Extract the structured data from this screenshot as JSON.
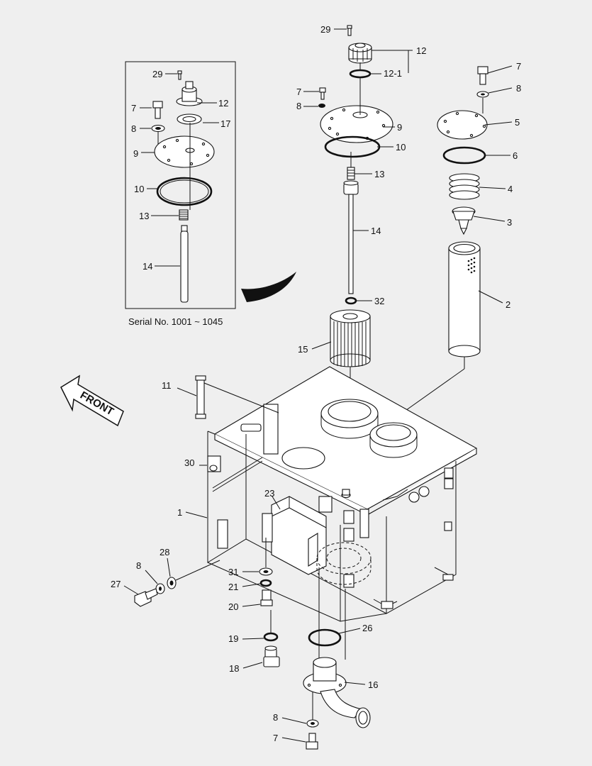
{
  "inset": {
    "caption": "Serial No. 1001 ~ 1045"
  },
  "front_label": "FRONT",
  "callouts": {
    "c29_top": "29",
    "c12_top": "12",
    "c12_1": "12-1",
    "c7_top": "7",
    "c8_top": "8",
    "c9_top": "9",
    "c10_top": "10",
    "c13_top": "13",
    "c14_top": "14",
    "c32": "32",
    "c15": "15",
    "c7_right": "7",
    "c8_right": "8",
    "c5": "5",
    "c6": "6",
    "c4": "4",
    "c3": "3",
    "c2": "2",
    "i29": "29",
    "i12": "12",
    "i7": "7",
    "i17": "17",
    "i8": "8",
    "i9": "9",
    "i10": "10",
    "i13": "13",
    "i14": "14",
    "c11": "11",
    "c30": "30",
    "c1": "1",
    "c23": "23",
    "c28": "28",
    "c8_left": "8",
    "c27": "27",
    "c31": "31",
    "c21": "21",
    "c20": "20",
    "c19": "19",
    "c18": "18",
    "c26": "26",
    "c16": "16",
    "c8_bottom": "8",
    "c7_bottom": "7"
  }
}
